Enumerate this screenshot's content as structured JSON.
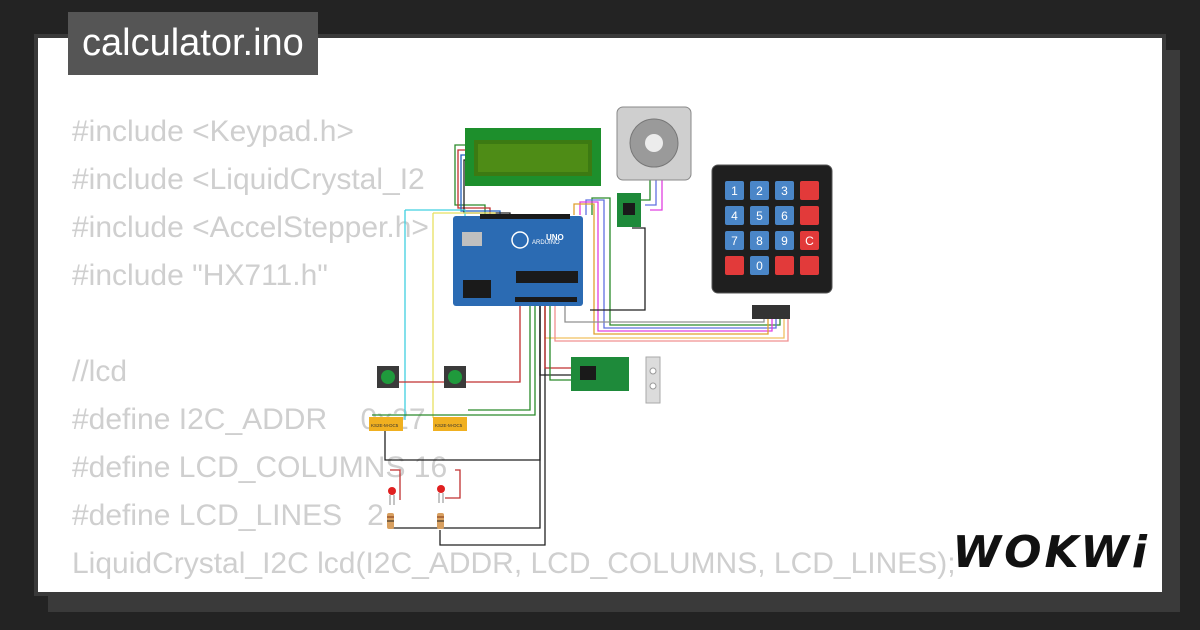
{
  "file_title": "calculator.ino",
  "brand": "WOKWi",
  "code_lines": [
    "#include <Keypad.h>",
    "#include <LiquidCrystal_I2",
    "#include <AccelStepper.h>",
    "#include \"HX711.h\"",
    "",
    "//lcd",
    "#define I2C_ADDR    0x27",
    "#define LCD_COLUMNS 16",
    "#define LCD_LINES   2",
    "LiquidCrystal_I2C lcd(I2C_ADDR, LCD_COLUMNS, LCD_LINES);",
    "//"
  ],
  "board": {
    "model": "UNO",
    "brand": "ARDUINO"
  },
  "keypad": {
    "keys": [
      "1",
      "2",
      "3",
      "",
      "4",
      "5",
      "6",
      "",
      "7",
      "8",
      "9",
      "C",
      "",
      "0",
      "",
      ""
    ]
  },
  "relay_label": "KS2E-M-DC5",
  "colors": {
    "background": "#232323",
    "card": "#ffffff",
    "code_text": "#cfcfcf",
    "title_chip": "#555555",
    "board_blue": "#2b6bb3",
    "lcd_green": "#3c7a12",
    "key_blue": "#4a86c8",
    "key_red": "#e23a3a"
  }
}
